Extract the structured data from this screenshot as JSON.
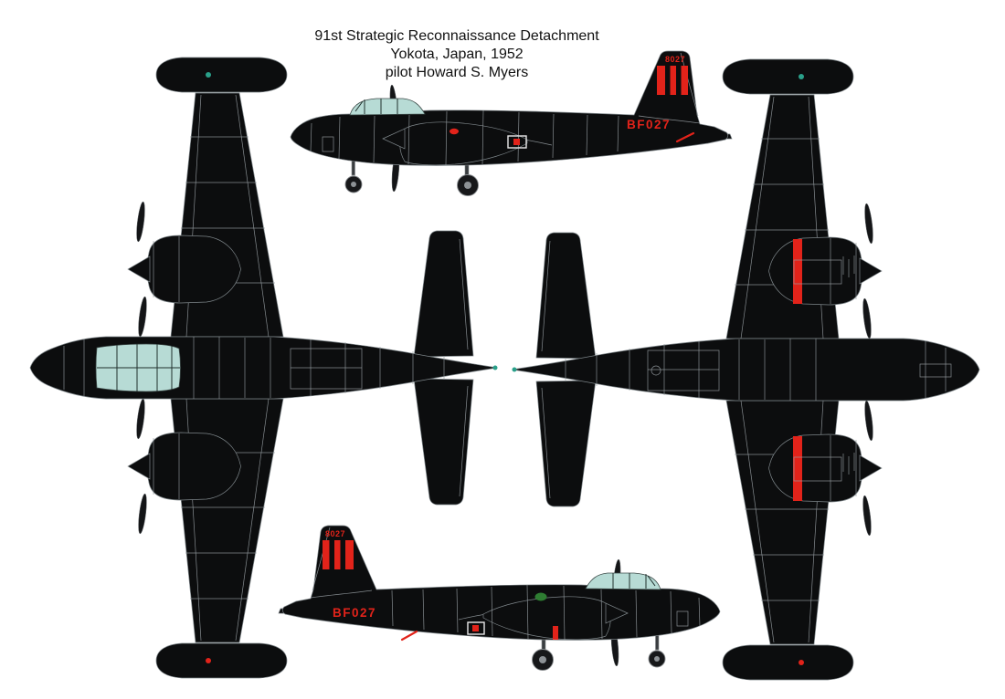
{
  "title": {
    "line1": "91st Strategic Reconnaissance Detachment",
    "line2": "Yokota, Japan, 1952",
    "line3": "pilot Howard S. Myers"
  },
  "aircraft": {
    "tail_code": "8027",
    "fuselage_code": "BF027"
  },
  "colors": {
    "background": "#ffffff",
    "airframe_black": "#0c0d0e",
    "panel_line_gray": "#939a9e",
    "canopy_glazing": "#b7dbd5",
    "marking_red": "#e2231a",
    "tail_stripe_box_red": "#e2231a",
    "nav_light_teal": "#2aa08a",
    "nav_light_red": "#e2231a",
    "fuselage_disc_green": "#2e7d32"
  },
  "views": [
    {
      "id": "side-profile-facing-left",
      "label": "port side profile, gear down"
    },
    {
      "id": "top-plan-view",
      "label": "upper surfaces plan view, nose left"
    },
    {
      "id": "bottom-plan-view",
      "label": "lower surfaces plan view, nose right"
    },
    {
      "id": "side-profile-facing-right",
      "label": "starboard side profile, gear down"
    }
  ]
}
